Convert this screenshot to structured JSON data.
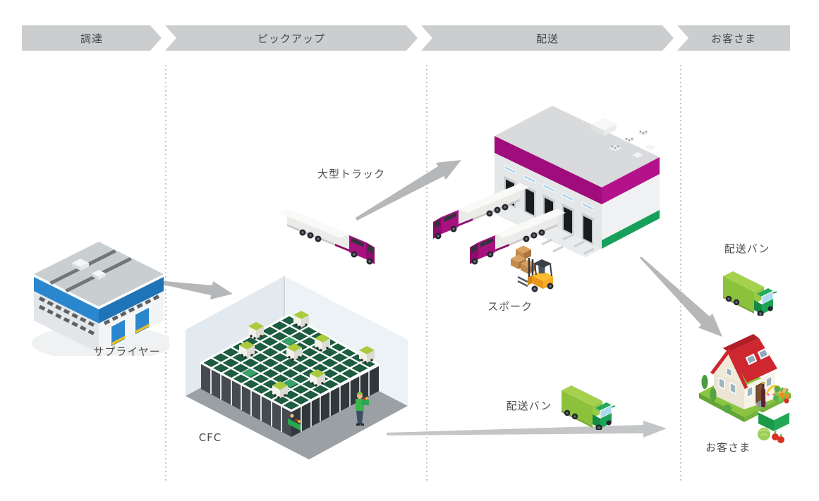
{
  "process_bar": {
    "steps": [
      {
        "id": "procurement",
        "label": "調達"
      },
      {
        "id": "pickup",
        "label": "ピックアップ"
      },
      {
        "id": "delivery",
        "label": "配送"
      },
      {
        "id": "customer",
        "label": "お客さま"
      }
    ]
  },
  "nodes": {
    "supplier": {
      "label": "サプライヤー",
      "type": "factory-building"
    },
    "cfc": {
      "label": "CFC",
      "type": "automated-fulfillment-center"
    },
    "line_haul_truck": {
      "label": "大型トラック",
      "type": "semi-trailer-truck"
    },
    "spoke": {
      "label": "スポーク",
      "type": "distribution-center"
    },
    "delivery_van_upper": {
      "label": "配送バン",
      "type": "delivery-van"
    },
    "delivery_van_lower": {
      "label": "配送バン",
      "type": "delivery-van"
    },
    "customer_home": {
      "label": "お客さま",
      "type": "house-with-grocery-box"
    }
  },
  "flows": [
    {
      "from": "supplier",
      "to": "cfc"
    },
    {
      "from": "cfc",
      "to": "spoke",
      "vehicle": "大型トラック"
    },
    {
      "from": "spoke",
      "to": "customer_home",
      "vehicle": "配送バン"
    },
    {
      "from": "cfc",
      "to": "customer_home",
      "vehicle": "配送バン"
    }
  ],
  "colors": {
    "step_bar_gray": "#cbcdce",
    "label_text": "#4d4d4d",
    "arrow_gray": "#b5b7b9",
    "divider_dotted": "#c6c6c6",
    "brand_magenta": "#a50f7e",
    "brand_green": "#16a05c",
    "van_green": "#8cc13c",
    "supplier_blue": "#2b87cd",
    "house_roof_red": "#ce2730",
    "hive_grid_green": "#1d5c41",
    "forklift_yellow": "#f2a81d"
  }
}
